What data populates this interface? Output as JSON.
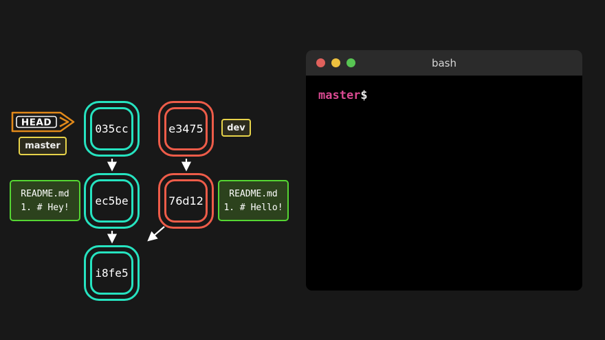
{
  "colors": {
    "background": "#181818",
    "teal_node": "#26e3c0",
    "red_node": "#ee5c49",
    "head_orange": "#e1891a",
    "branch_yellow": "#e8d44a",
    "file_border_green": "#55d633",
    "file_bg_green": "#2c421d",
    "arrow": "#ffffff",
    "prompt_pink": "#d94991",
    "terminal_header": "#2b2b2b",
    "terminal_bg": "#000000",
    "traffic_red": "#e0615c",
    "traffic_yellow": "#eec13f",
    "traffic_green": "#58c553"
  },
  "diagram": {
    "head_badge": {
      "label": "HEAD"
    },
    "branch_badges": {
      "master": {
        "label": "master"
      },
      "dev": {
        "label": "dev"
      }
    },
    "nodes": [
      {
        "id": "035cc",
        "label": "035cc",
        "color": "teal"
      },
      {
        "id": "e3475",
        "label": "e3475",
        "color": "red"
      },
      {
        "id": "ec5be",
        "label": "ec5be",
        "color": "teal"
      },
      {
        "id": "76d12",
        "label": "76d12",
        "color": "red"
      },
      {
        "id": "i8fe5",
        "label": "i8fe5",
        "color": "teal"
      }
    ],
    "edges": [
      {
        "from": "035cc",
        "to": "ec5be"
      },
      {
        "from": "e3475",
        "to": "76d12"
      },
      {
        "from": "ec5be",
        "to": "i8fe5"
      },
      {
        "from": "76d12",
        "to": "i8fe5"
      }
    ],
    "files": [
      {
        "title": "README.md",
        "content": "1. # Hey!"
      },
      {
        "title": "README.md",
        "content": "1. # Hello!"
      }
    ]
  },
  "terminal": {
    "title": "bash",
    "prompt": {
      "branch": "master",
      "symbol": "$"
    }
  }
}
